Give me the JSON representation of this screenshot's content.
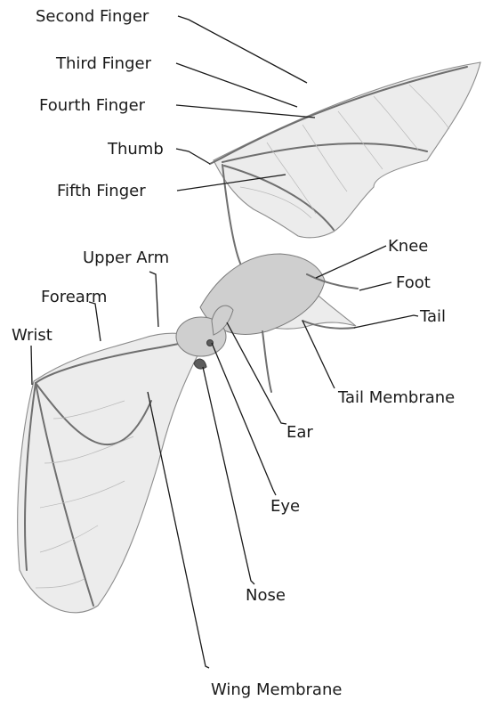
{
  "labels": {
    "second_finger": "Second Finger",
    "third_finger": "Third Finger",
    "fourth_finger": "Fourth Finger",
    "thumb": "Thumb",
    "fifth_finger": "Fifth Finger",
    "upper_arm": "Upper Arm",
    "forearm": "Forearm",
    "wrist": "Wrist",
    "knee": "Knee",
    "foot": "Foot",
    "tail": "Tail",
    "tail_membrane": "Tail Membrane",
    "ear": "Ear",
    "eye": "Eye",
    "nose": "Nose",
    "wing_membrane": "Wing Membrane"
  },
  "colors": {
    "ink": "#1a1a1a",
    "sketch": "#8c8c8c",
    "background": "#ffffff"
  }
}
